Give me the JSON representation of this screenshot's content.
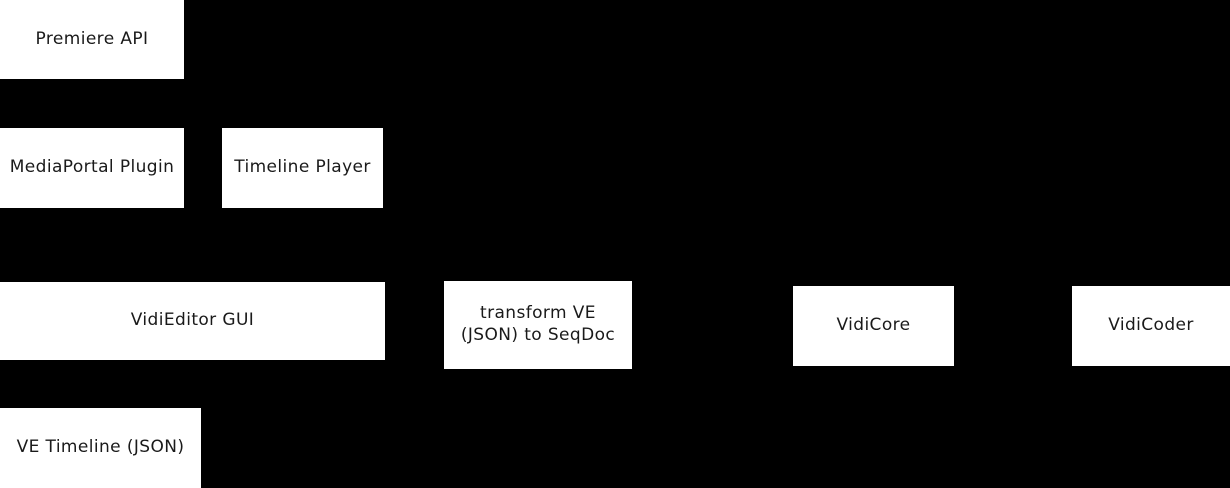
{
  "diagram": {
    "background_color": "#000000",
    "node_fill_color": "#ffffff",
    "node_text_color": "#1a1a1a",
    "nodes": [
      {
        "id": "premiere-api",
        "label": "Premiere API"
      },
      {
        "id": "mediaportal-plugin",
        "label": "MediaPortal Plugin"
      },
      {
        "id": "timeline-player",
        "label": "Timeline Player"
      },
      {
        "id": "vidieditor-gui",
        "label": "VidiEditor GUI"
      },
      {
        "id": "transform-ve",
        "label": "transform VE\n(JSON) to SeqDoc"
      },
      {
        "id": "vidicore",
        "label": "VidiCore"
      },
      {
        "id": "vidicoder",
        "label": "VidiCoder"
      },
      {
        "id": "ve-timeline-json",
        "label": "VE Timeline (JSON)"
      }
    ]
  }
}
